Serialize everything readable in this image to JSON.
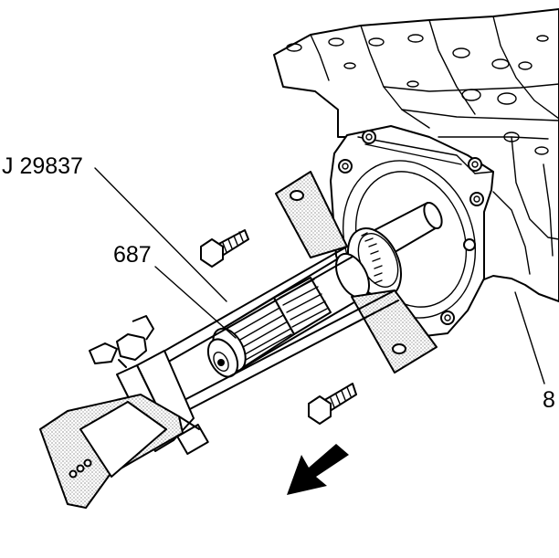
{
  "labels": {
    "tool": "J 29837",
    "shaft": "687",
    "housing": "8"
  }
}
